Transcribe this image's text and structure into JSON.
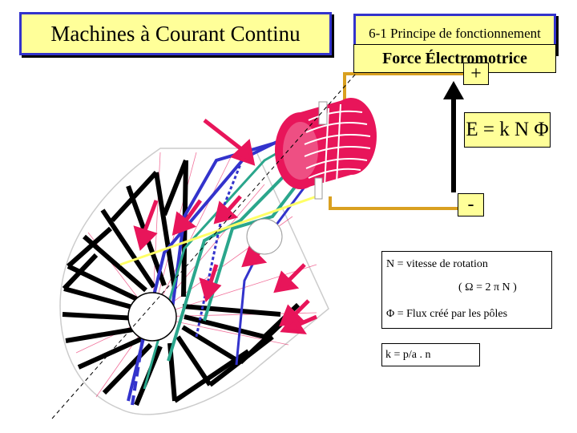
{
  "title": "Machines à Courant Continu",
  "section": "6-1 Principe de fonctionnement",
  "emf_heading": "Force Électromotrice",
  "plus": "+",
  "minus": "-",
  "formula": "E = k N Φ",
  "legend": {
    "n_def": "N = vitesse de rotation",
    "omega": "( Ω = 2 π N )",
    "phi_def": "Φ = Flux créé par les pôles"
  },
  "k_def": "k = p/a . n",
  "colors": {
    "box_fill": "#ffff99",
    "box_border": "#3333cc",
    "conductor_blue": "#3333cc",
    "conductor_teal": "#2aa68c",
    "arrow_red": "#e8155a",
    "lead_orange": "#d9a020"
  }
}
